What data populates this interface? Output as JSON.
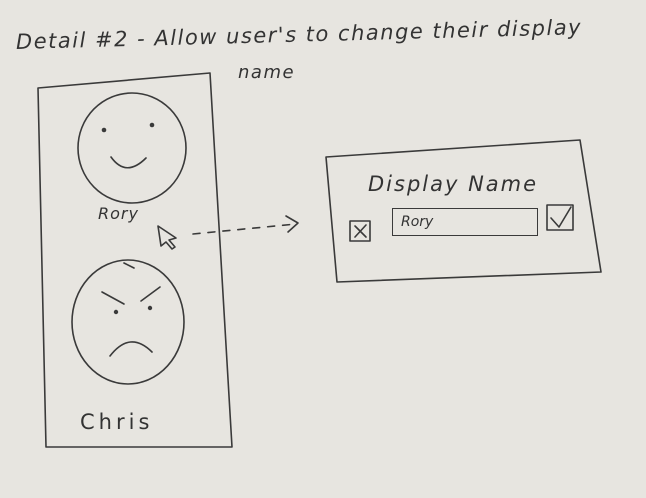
{
  "heading": {
    "line1": "Detail #2 - Allow user's to change their display",
    "line2": "name"
  },
  "users": [
    {
      "name": "Rory",
      "face": "happy"
    },
    {
      "name": "Chris",
      "face": "angry"
    }
  ],
  "dialog": {
    "title": "Display Name",
    "input_value": "Rory",
    "cancel_icon": "x-box-icon",
    "confirm_icon": "checkmark-box-icon"
  },
  "annotation": {
    "cursor_icon": "mouse-pointer-icon",
    "arrow": "dashed-arrow-icon"
  },
  "colors": {
    "paper": "#e7e5e0",
    "ink": "#3a3a3a"
  }
}
